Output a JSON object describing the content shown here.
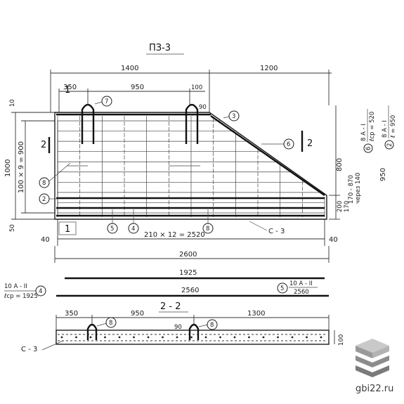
{
  "title": "ПЗ-3",
  "section_title": "2 - 2",
  "plan_dims": {
    "top_left": "1400",
    "top_right": "1200",
    "sub_350": "350",
    "sub_950": "950",
    "sub_100": "100",
    "left_total": "1000",
    "left_pitch": "100 × 9 = 900",
    "left_top": "10",
    "left_bottom": "50",
    "bottom_pitch": "210 × 12 = 2520",
    "bottom_left": "40",
    "bottom_right": "40",
    "overall_width": "2600",
    "right_200": "200",
    "right_170": "170",
    "right_800": "800",
    "right_range": "170 - 870",
    "right_step": "через 140",
    "right_950": "950",
    "hook_90": "90"
  },
  "positions": [
    "7",
    "3",
    "6",
    "8",
    "2",
    "5",
    "4",
    "8",
    "8",
    "8",
    "4",
    "5"
  ],
  "section_marks": [
    "2",
    "2",
    "1",
    "1"
  ],
  "mesh_label": "С - 3",
  "mesh_label_section": "С - 3",
  "callouts": {
    "pos6_line1": "6",
    "pos6_line2": "8 А - I",
    "pos6_line3": "ℓср = 520",
    "pos2_line1": "2",
    "pos2_line2": "8 А - I",
    "pos2_line3": "ℓ = 950",
    "pos4_line1": "10 А - II",
    "pos4_line2": "ℓср = 1925",
    "pos5_line1": "10 А - II",
    "pos5_line2": "2560"
  },
  "bars": {
    "bar4_length": "1925",
    "bar5_length": "2560"
  },
  "section_dims": {
    "d350": "350",
    "d950": "950",
    "d1300": "1300",
    "d90": "90",
    "d100": "100"
  },
  "watermark": "gbi22.ru"
}
